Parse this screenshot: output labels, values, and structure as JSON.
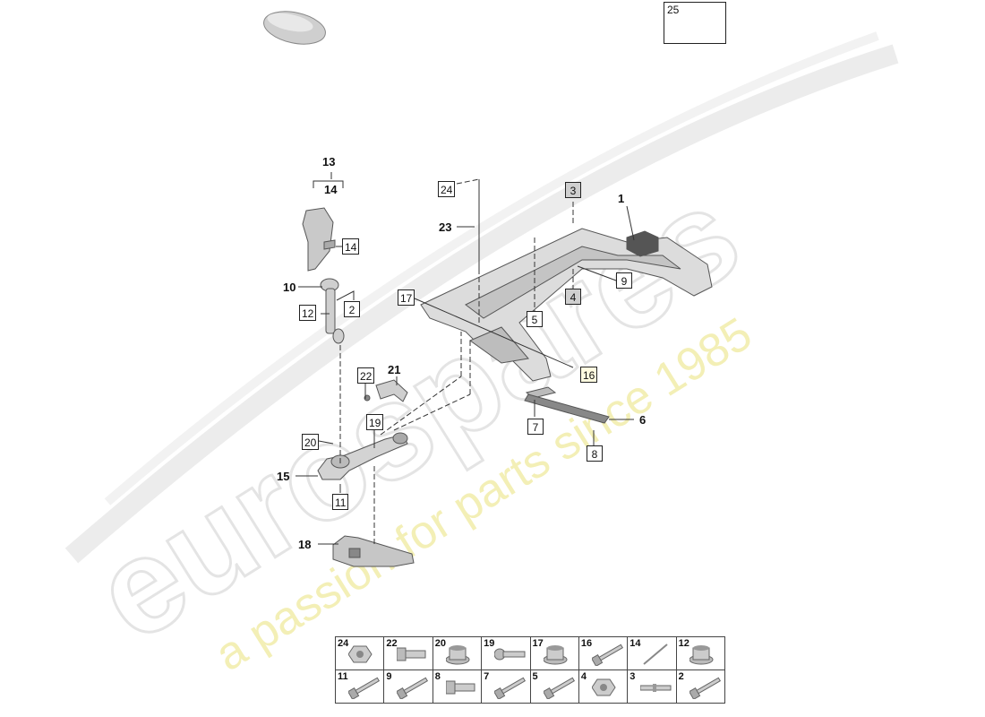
{
  "colors": {
    "ink": "#222222",
    "part_fill": "#d9d9d9",
    "part_dark": "#8a8a8a",
    "watermark_gray": "#e8e8e8",
    "watermark_yellow": "#f3efb6",
    "shaded_box": "#cfcfcf"
  },
  "watermark": {
    "brand": "eurospares",
    "tagline": "a passion for parts since 1985"
  },
  "callouts": {
    "c1": "1",
    "c2": "2",
    "c3": "3",
    "c4": "4",
    "c5": "5",
    "c6": "6",
    "c7": "7",
    "c8": "8",
    "c9": "9",
    "c10": "10",
    "c11": "11",
    "c12": "12",
    "c13": "13",
    "c14a": "14",
    "c14b": "14",
    "c15": "15",
    "c16": "16",
    "c17": "17",
    "c18": "18",
    "c19": "19",
    "c20": "20",
    "c21": "21",
    "c22": "22",
    "c23": "23",
    "c24": "24",
    "c25": "25"
  },
  "hardware_table": {
    "row1": [
      "24",
      "22",
      "20",
      "19",
      "17",
      "16",
      "14",
      "12"
    ],
    "row2": [
      "11",
      "9",
      "8",
      "7",
      "5",
      "4",
      "3",
      "2"
    ],
    "icons_row1": [
      "hex-nut-icon",
      "flange-bolt-icon",
      "flange-nut-icon",
      "torx-bolt-icon",
      "flange-nut-icon",
      "long-bolt-icon",
      "pin-icon",
      "flange-nut-icon"
    ],
    "icons_row2": [
      "long-bolt-icon",
      "long-bolt-icon",
      "flange-bolt-icon",
      "long-bolt-icon",
      "long-bolt-icon",
      "hex-nut-icon",
      "stud-icon",
      "long-bolt-icon"
    ]
  }
}
